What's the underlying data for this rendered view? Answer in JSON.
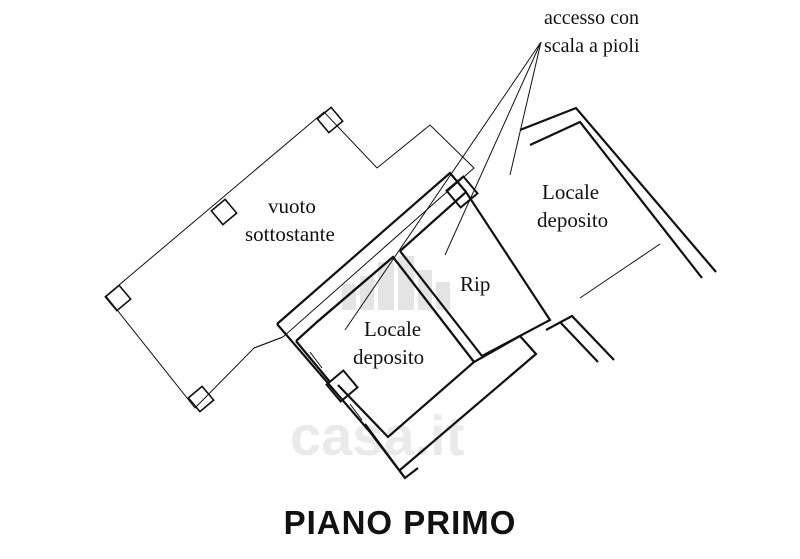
{
  "title": "PIANO PRIMO",
  "labels": {
    "void_line1": "vuoto",
    "void_line2": "sottostante",
    "storage_top_line1": "Locale",
    "storage_top_line2": "deposito",
    "rip": "Rip",
    "storage_bottom_line1": "Locale",
    "storage_bottom_line2": "deposito"
  },
  "annotation": {
    "line1": "accesso con",
    "line2": "scala a pioli"
  },
  "watermark": "casa.it"
}
